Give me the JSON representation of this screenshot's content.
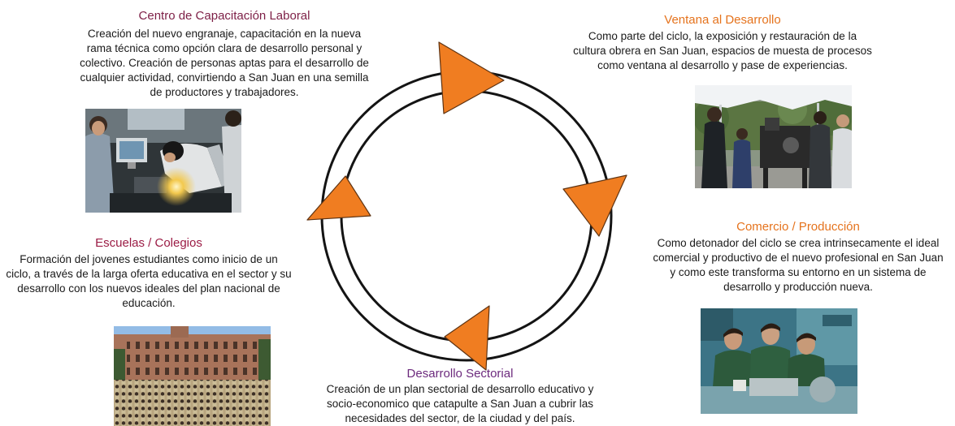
{
  "diagram": {
    "colors": {
      "background": "#ffffff",
      "body_text": "#1a1a1a",
      "ring": "#141414",
      "arrow_fill": "#f07d21",
      "arrow_stroke": "#5e3312"
    },
    "sections": {
      "centro": {
        "title": "Centro de Capacitación Laboral",
        "title_color": "#7d1f46",
        "lines": [
          "Creación del nuevo engranaje, capacitación en la nueva",
          "rama técnica como opción clara de desarrollo personal y",
          "colectivo. Creación de personas aptas para el desarrollo de",
          "cualquier actividad, convirtiendo a San Juan en una semilla",
          "de productores y trabajadores."
        ]
      },
      "ventana": {
        "title": "Ventana al Desarrollo",
        "title_color": "#e5731d",
        "lines": [
          "Como parte del ciclo, la exposición y restauración de la",
          "cultura obrera en San Juan, espacios de muesta de procesos",
          "como ventana al desarrollo y pase de experiencias."
        ]
      },
      "escuelas": {
        "title": "Escuelas / Colegios",
        "title_color": "#9b1c45",
        "lines": [
          "Formación del jovenes estudiantes como inicio de un",
          "ciclo, a través de la larga oferta educativa en el sector y su",
          "desarrollo con los nuevos ideales del plan nacional de",
          "educación."
        ]
      },
      "comercio": {
        "title": "Comercio / Producción",
        "title_color": "#e5731d",
        "lines": [
          "Como detonador del ciclo se crea intrinsecamente el ideal",
          "comercial y productivo de el nuevo profesional en San Juan",
          "y como este transforma su entorno en un sistema de",
          "desarrollo y producción nueva."
        ]
      },
      "sectorial": {
        "title": "Desarrollo Sectorial",
        "title_color": "#6c2a7d",
        "lines": [
          "Creación de un plan sectorial de desarrollo educativo y",
          "socio-economico que catapulte a San Juan a cubrir las",
          "necesidades del sector, de la ciudad y del país."
        ]
      }
    }
  }
}
